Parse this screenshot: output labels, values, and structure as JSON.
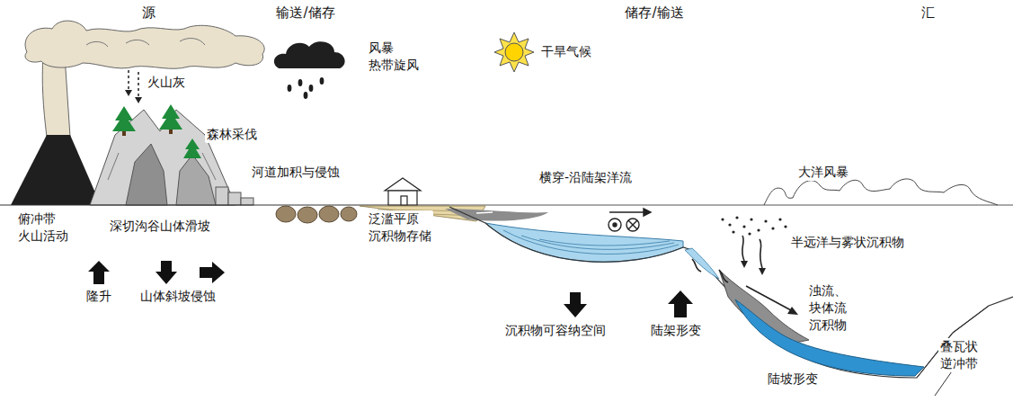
{
  "diagram": {
    "labels": [
      "源",
      "输送/储存",
      "储存/输送",
      "汇",
      "风暴 热带旋风",
      "干旱气候",
      "火山灰",
      "森林采伐",
      "河道加积与侵蚀",
      "横穿-沿陆架洋流",
      "大洋风暴",
      "俯冲带 火山活动",
      "深切沟谷山体滑坡",
      "泛滥平原 沉积物存储",
      "半远洋与雾状沉积物",
      "隆升",
      "山体斜坡侵蚀",
      "浊流、块体流 沉积物",
      "沉积物可容纳空间",
      "陆架形变",
      "叠瓦状 逆冲带",
      "陆坡形变"
    ]
  }
}
